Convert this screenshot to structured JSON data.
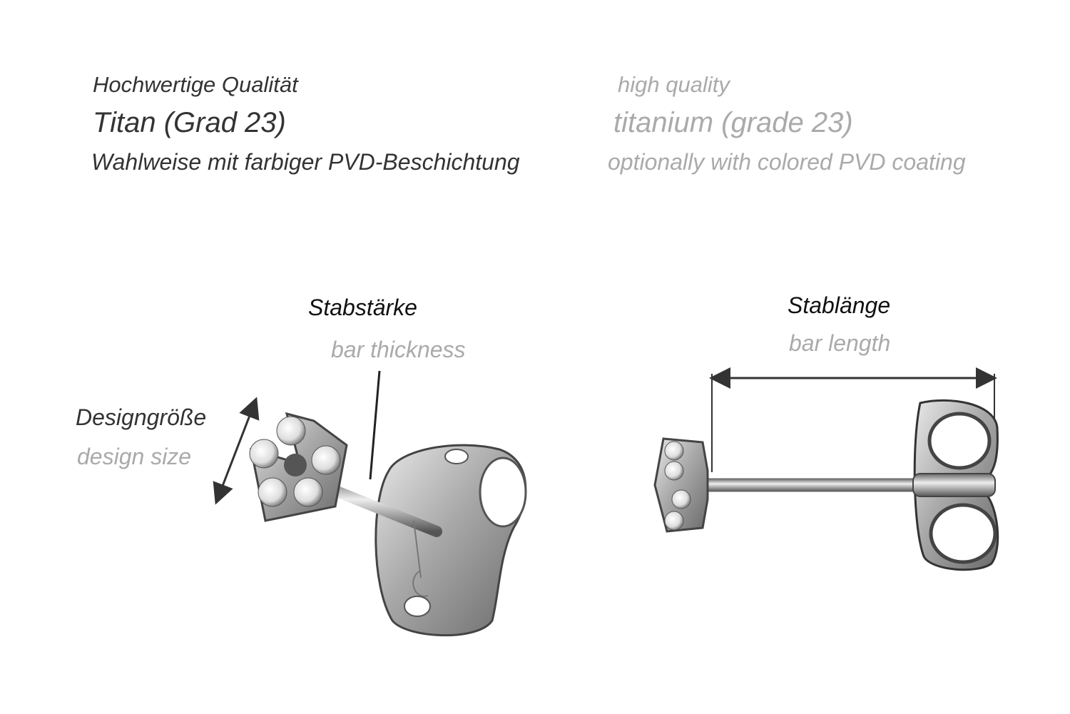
{
  "features": {
    "de": [
      "Hochwertige Qualität",
      "Titan (Grad 23)",
      "Wahlweise mit farbiger PVD-Beschichtung"
    ],
    "en": [
      "high quality",
      "titanium (grade 23)",
      "optionally with colored PVD coating"
    ]
  },
  "dimensions": {
    "bar_thickness": {
      "de": "Stabstärke",
      "en": "bar thickness"
    },
    "design_size": {
      "de": "Designgröße",
      "en": "design size"
    },
    "bar_length": {
      "de": "Stablänge",
      "en": "bar length"
    }
  },
  "colors": {
    "german_text": "#333333",
    "english_text": "#aaaaaa",
    "label_text": "#111111"
  }
}
